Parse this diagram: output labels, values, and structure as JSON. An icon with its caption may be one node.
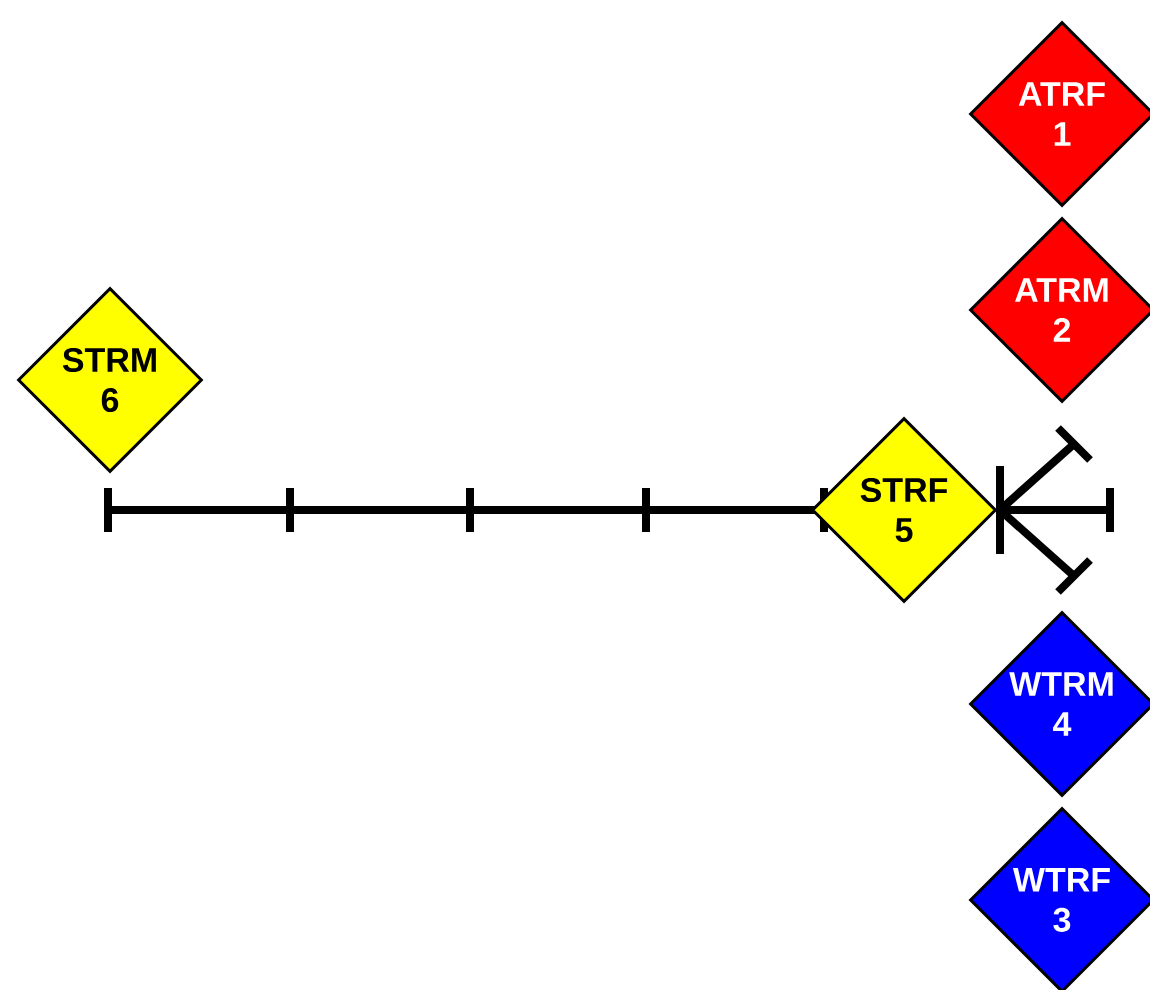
{
  "diagram": {
    "nodes": [
      {
        "text": [
          "ATRF 1"
        ]
      },
      {
        "text": [
          "ATRM 2"
        ]
      },
      {
        "text": [
          "STRM 6"
        ]
      },
      {
        "text": [
          "STRF 5"
        ]
      },
      {
        "text": [
          "WTRM 4"
        ]
      },
      {
        "text": [
          "WTRF 3"
        ]
      }
    ]
  }
}
